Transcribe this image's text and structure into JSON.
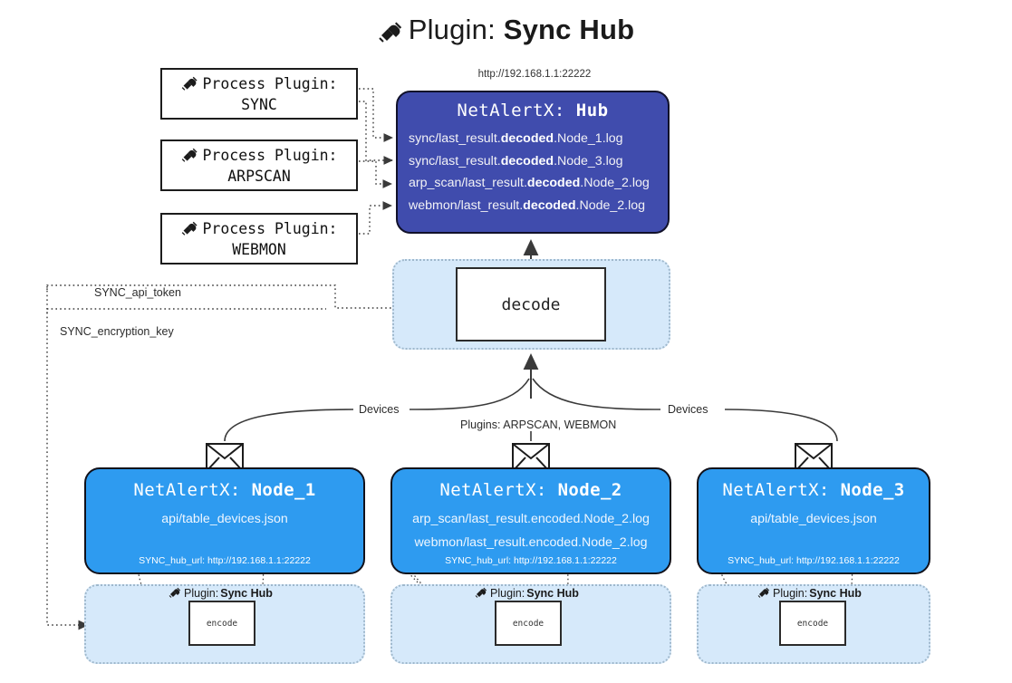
{
  "title": {
    "icon": "plug-icon",
    "prefix": "Plugin: ",
    "name": "Sync Hub"
  },
  "hub": {
    "url": "http://192.168.1.1:22222",
    "title_prefix": "NetAlertX: ",
    "title_name": "Hub",
    "lines": [
      {
        "pre": "sync/last_result.",
        "em": "decoded",
        "post": ".Node_1.log"
      },
      {
        "pre": "sync/last_result.",
        "em": "decoded",
        "post": ".Node_3.log"
      },
      {
        "pre": "arp_scan/last_result.",
        "em": "decoded",
        "post": ".Node_2.log"
      },
      {
        "pre": "webmon/last_result.",
        "em": "decoded",
        "post": ".Node_2.log"
      }
    ]
  },
  "process_plugins": [
    {
      "icon": "plug-icon",
      "label": "Process Plugin:",
      "name": "SYNC"
    },
    {
      "icon": "plug-icon",
      "label": "Process Plugin:",
      "name": "ARPSCAN"
    },
    {
      "icon": "plug-icon",
      "label": "Process Plugin:",
      "name": "WEBMON"
    }
  ],
  "decode": {
    "label": "decode"
  },
  "edge_labels": {
    "api_token": "SYNC_api_token",
    "encryption_key": "SYNC_encryption_key",
    "devices_left": "Devices",
    "devices_right": "Devices",
    "plugins_mid": "Plugins: ARPSCAN, WEBMON"
  },
  "nodes": [
    {
      "icon": "envelope-icon",
      "title_prefix": "NetAlertX: ",
      "title_name": "Node_1",
      "lines": [
        "api/table_devices.json"
      ],
      "footer": "SYNC_hub_url: http://192.168.1.1:22222",
      "encode": {
        "icon": "plug-icon",
        "label_prefix": "Plugin: ",
        "label_name": "Sync Hub",
        "box": "encode"
      }
    },
    {
      "icon": "envelope-icon",
      "title_prefix": "NetAlertX: ",
      "title_name": "Node_2",
      "lines": [
        "arp_scan/last_result.encoded.Node_2.log",
        "webmon/last_result.encoded.Node_2.log"
      ],
      "footer": "SYNC_hub_url: http://192.168.1.1:22222",
      "encode": {
        "icon": "plug-icon",
        "label_prefix": "Plugin: ",
        "label_name": "Sync Hub",
        "box": "encode"
      }
    },
    {
      "icon": "envelope-icon",
      "title_prefix": "NetAlertX: ",
      "title_name": "Node_3",
      "lines": [
        "api/table_devices.json"
      ],
      "footer": "SYNC_hub_url: http://192.168.1.1:22222",
      "encode": {
        "icon": "plug-icon",
        "label_prefix": "Plugin: ",
        "label_name": "Sync Hub",
        "box": "encode"
      }
    }
  ],
  "colors": {
    "hub_fill": "#404cad",
    "node_fill": "#2e9bf0",
    "group_fill": "#d6e9fa",
    "group_border": "#9fb8cc",
    "stroke": "#2b2b2b",
    "background": "#ffffff"
  }
}
